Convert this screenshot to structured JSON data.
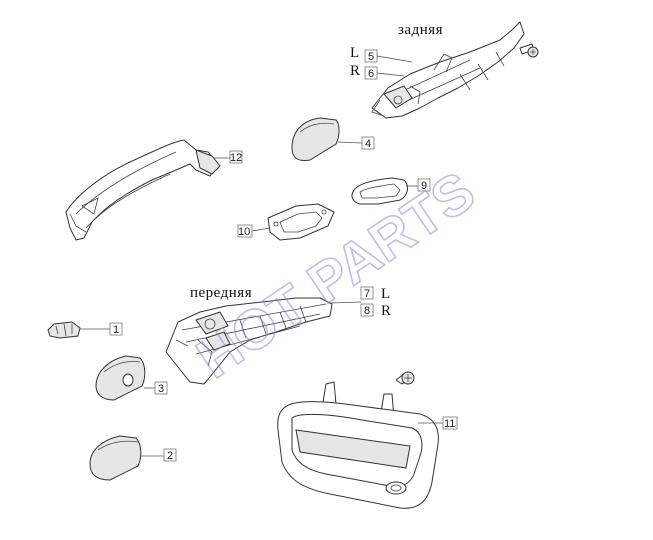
{
  "captions": {
    "rear": "задняя",
    "front": "передняя"
  },
  "side_labels": {
    "left": "L",
    "right": "R"
  },
  "callouts": {
    "c1": "1",
    "c2": "2",
    "c3": "3",
    "c4": "4",
    "c5": "5",
    "c6": "6",
    "c7": "7",
    "c8": "8",
    "c9": "9",
    "c10": "10",
    "c11": "11",
    "c12": "12"
  },
  "watermark": "HOT PARTS",
  "colors": {
    "line": "#333333",
    "watermark": "#8a8ad8"
  }
}
